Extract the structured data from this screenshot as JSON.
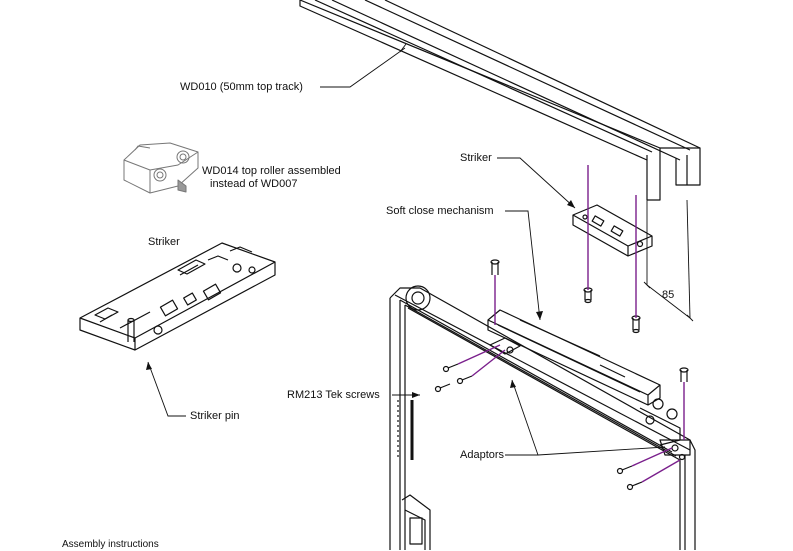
{
  "labels": {
    "top_track": "WD010 (50mm top track)",
    "roller_line1": "WD014 top roller assembled",
    "roller_line2": "instead of WD007",
    "striker_top": "Striker",
    "striker_left": "Striker",
    "soft_close": "Soft close mechanism",
    "dimension": "85",
    "tek_screws": "RM213 Tek screws",
    "striker_pin": "Striker pin",
    "adaptors": "Adaptors",
    "assembly": "Assembly instructions"
  },
  "colors": {
    "line": "#111111",
    "accent": "#7a1f8c"
  }
}
